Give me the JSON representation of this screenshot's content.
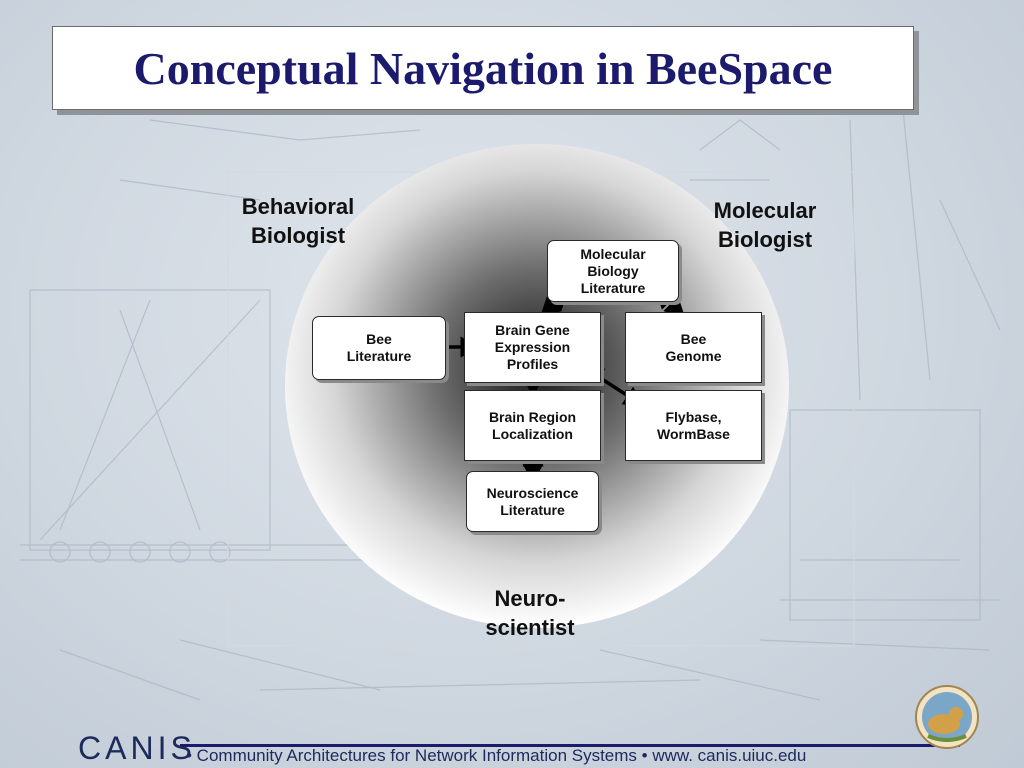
{
  "title": "Conceptual Navigation in BeeSpace",
  "roles": {
    "behavioral": "Behavioral\nBiologist",
    "molecular": "Molecular\nBiologist",
    "neuro": "Neuro-\nscientist"
  },
  "nodes": {
    "molecular_biology_literature": "Molecular\nBiology\nLiterature",
    "bee_literature": "Bee\nLiterature",
    "brain_gene_expression_profiles": "Brain Gene\nExpression\nProfiles",
    "bee_genome": "Bee\nGenome",
    "brain_region_localization": "Brain Region\nLocalization",
    "flybase_wormbase": "Flybase,\nWormBase",
    "neuroscience_literature": "Neuroscience\nLiterature"
  },
  "footer": {
    "brand": "CANIS",
    "text": "• Community Architectures for Network Information Systems •  www. canis.uiuc.edu"
  },
  "colors": {
    "title": "#1c1a6c",
    "footer": "#1c2a5c"
  }
}
